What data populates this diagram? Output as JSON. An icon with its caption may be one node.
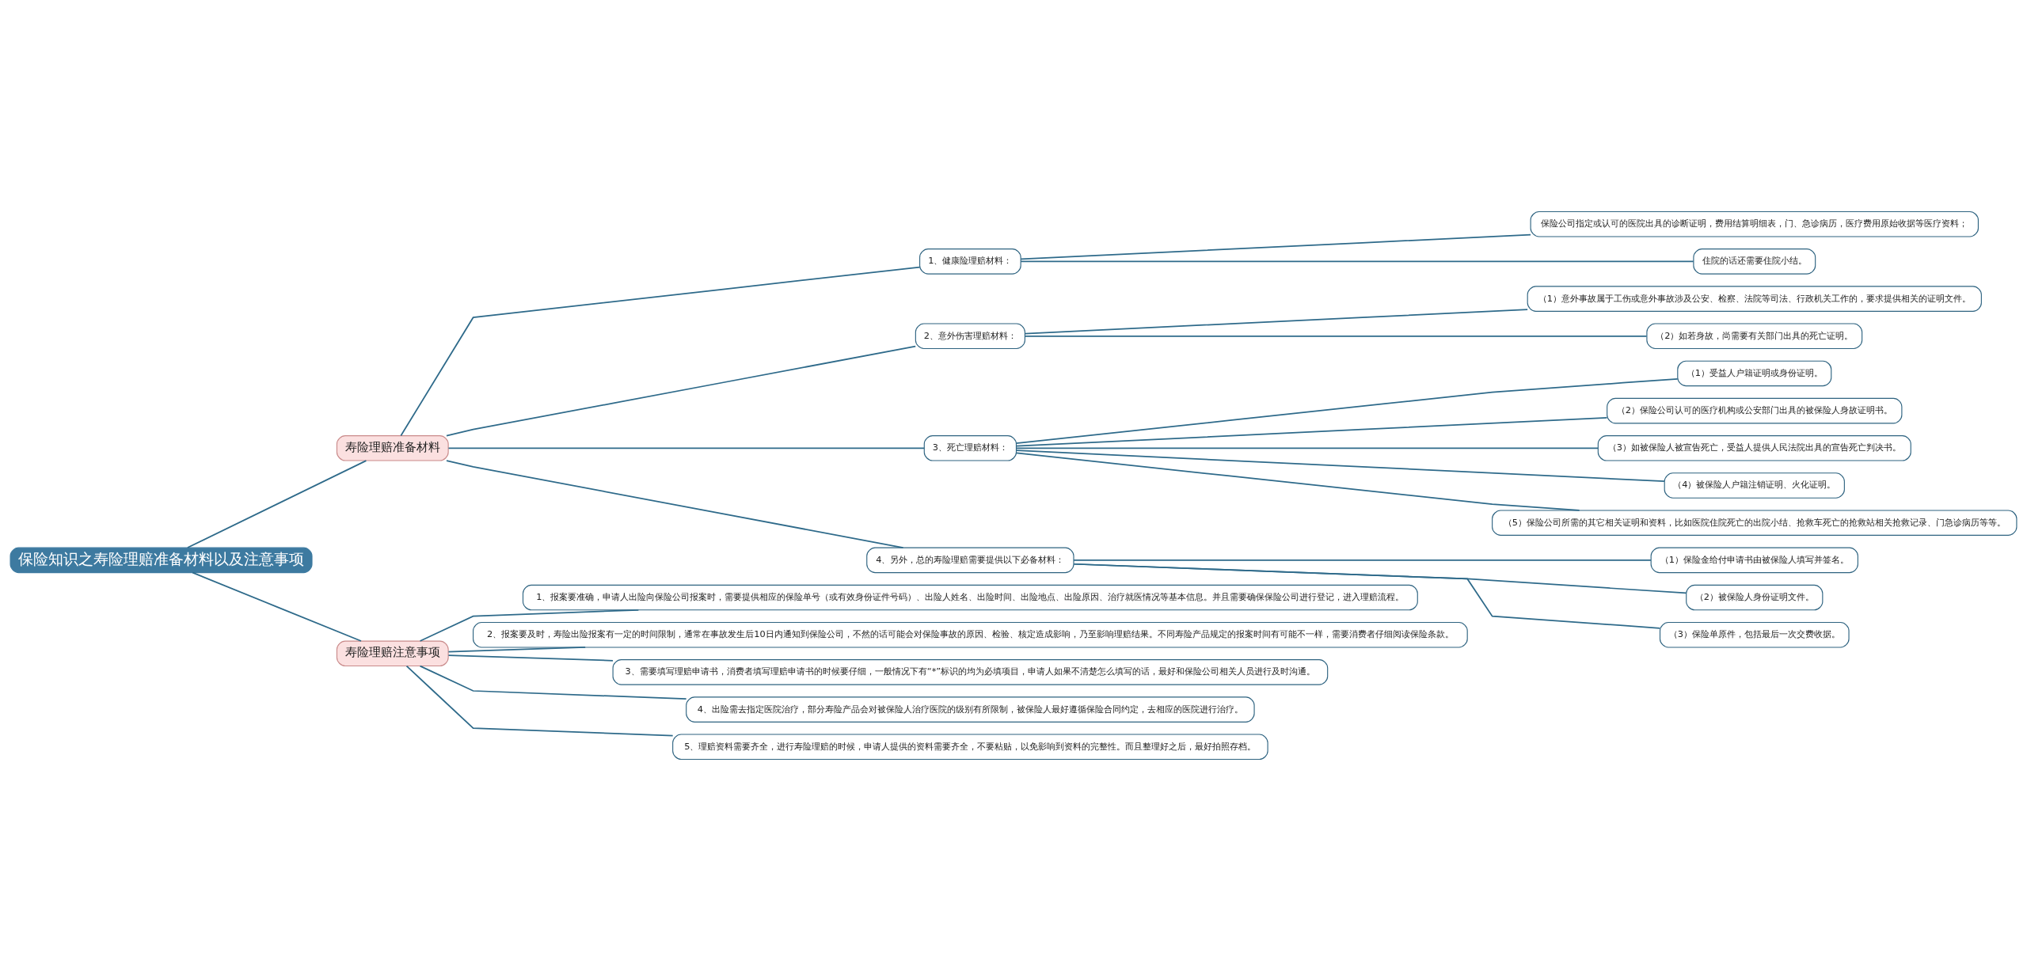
{
  "diagram": {
    "nodes": [
      {
        "text": [
          "保险知识之寿险理赔准备材料以及注意事项"
        ]
      },
      {
        "text": [
          "寿险理赔准备材料"
        ]
      },
      {
        "text": [
          "1、健康险理赔材料："
        ]
      },
      {
        "text": [
          "保险公司指定或认可的医院出具的诊断证明，费用结算明细表，门、急诊病历，医疗费用原始收据等医疗资料；"
        ]
      },
      {
        "text": [
          "住院的话还需要住院小结。"
        ]
      },
      {
        "text": [
          "2、意外伤害理赔材料："
        ]
      },
      {
        "text": [
          "（1）意外事故属于工伤或意外事故涉及公安、检察、法院等司法、行政机关工作的，要求提供相关的证明文件。"
        ]
      },
      {
        "text": [
          "（2）如若身故，尚需要有关部门出具的死亡证明。"
        ]
      },
      {
        "text": [
          "3、死亡理赔材料："
        ]
      },
      {
        "text": [
          "（1）受益人户籍证明或身份证明。"
        ]
      },
      {
        "text": [
          "（2）保险公司认可的医疗机构或公安部门出具的被保险人身故证明书。"
        ]
      },
      {
        "text": [
          "（3）如被保险人被宣告死亡，受益人提供人民法院出具的宣告死亡判决书。"
        ]
      },
      {
        "text": [
          "（4）被保险人户籍注销证明、火化证明。"
        ]
      },
      {
        "text": [
          "（5）保险公司所需的其它相关证明和资料，比如医院住院死亡的出院小结、抢救车死亡的抢救站相关抢救记录、门急诊病历等等。"
        ]
      },
      {
        "text": [
          "4、另外，总的寿险理赔需要提供以下必备材料："
        ]
      },
      {
        "text": [
          "（1）保险金给付申请书由被保险人填写并签名。"
        ]
      },
      {
        "text": [
          "（2）被保险人身份证明文件。"
        ]
      },
      {
        "text": [
          "（3）保险单原件，包括最后一次交费收据。"
        ]
      },
      {
        "text": [
          "寿险理赔注意事项"
        ]
      },
      {
        "text": [
          "1、报案要准确，申请人出险向保险公司报案时，需要提供相应的保险单号（或有效身份证件号码）、出险人姓名、出险时间、出险地点、出险原因、治疗就医情况等基本信息。并且需要确保保险公司进行登记，进入理赔流程。"
        ]
      },
      {
        "text": [
          "2、报案要及时，寿险出险报案有一定的时间限制，通常在事故发生后10日内通知到保险公司，不然的话可能会对保险事故的原因、检验、核定造成影响，乃至影响理赔结果。不同寿险产品规定的报案时间有可能不一样，需要消费者仔细阅读保险条款。"
        ]
      },
      {
        "text": [
          "3、需要填写理赔申请书，消费者填写理赔申请书的时候要仔细，一般情况下有“*”标识的均为必填项目，申请人如果不清楚怎么填写的话，最好和保险公司相关人员进行及时沟通。"
        ]
      },
      {
        "text": [
          "4、出险需去指定医院治疗，部分寿险产品会对被保险人治疗医院的级别有所限制，被保险人最好遵循保险合同约定，去相应的医院进行治疗。"
        ]
      },
      {
        "text": [
          "5、理赔资料需要齐全，进行寿险理赔的时候，申请人提供的资料需要齐全，不要粘贴，以免影响到资料的完整性。而且整理好之后，最好拍照存档。"
        ]
      }
    ],
    "edges": [
      {
        "from": 0,
        "to": 1,
        "arrow": "none"
      },
      {
        "from": 1,
        "to": 2,
        "arrow": "none"
      },
      {
        "from": 2,
        "to": 3,
        "arrow": "none"
      },
      {
        "from": 2,
        "to": 4,
        "arrow": "none"
      },
      {
        "from": 1,
        "to": 5,
        "arrow": "none"
      },
      {
        "from": 5,
        "to": 6,
        "arrow": "none"
      },
      {
        "from": 5,
        "to": 7,
        "arrow": "none"
      },
      {
        "from": 1,
        "to": 8,
        "arrow": "none"
      },
      {
        "from": 8,
        "to": 9,
        "arrow": "none"
      },
      {
        "from": 8,
        "to": 10,
        "arrow": "none"
      },
      {
        "from": 8,
        "to": 11,
        "arrow": "none"
      },
      {
        "from": 8,
        "to": 12,
        "arrow": "none"
      },
      {
        "from": 8,
        "to": 13,
        "arrow": "none"
      },
      {
        "from": 1,
        "to": 14,
        "arrow": "none"
      },
      {
        "from": 14,
        "to": 15,
        "arrow": "none"
      },
      {
        "from": 14,
        "to": 16,
        "arrow": "none"
      },
      {
        "from": 14,
        "to": 17,
        "arrow": "none"
      },
      {
        "from": 0,
        "to": 18,
        "arrow": "none"
      },
      {
        "from": 18,
        "to": 19,
        "arrow": "none"
      },
      {
        "from": 18,
        "to": 20,
        "arrow": "none"
      },
      {
        "from": 18,
        "to": 21,
        "arrow": "none"
      },
      {
        "from": 18,
        "to": 22,
        "arrow": "none"
      },
      {
        "from": 18,
        "to": 23,
        "arrow": "none"
      }
    ]
  }
}
